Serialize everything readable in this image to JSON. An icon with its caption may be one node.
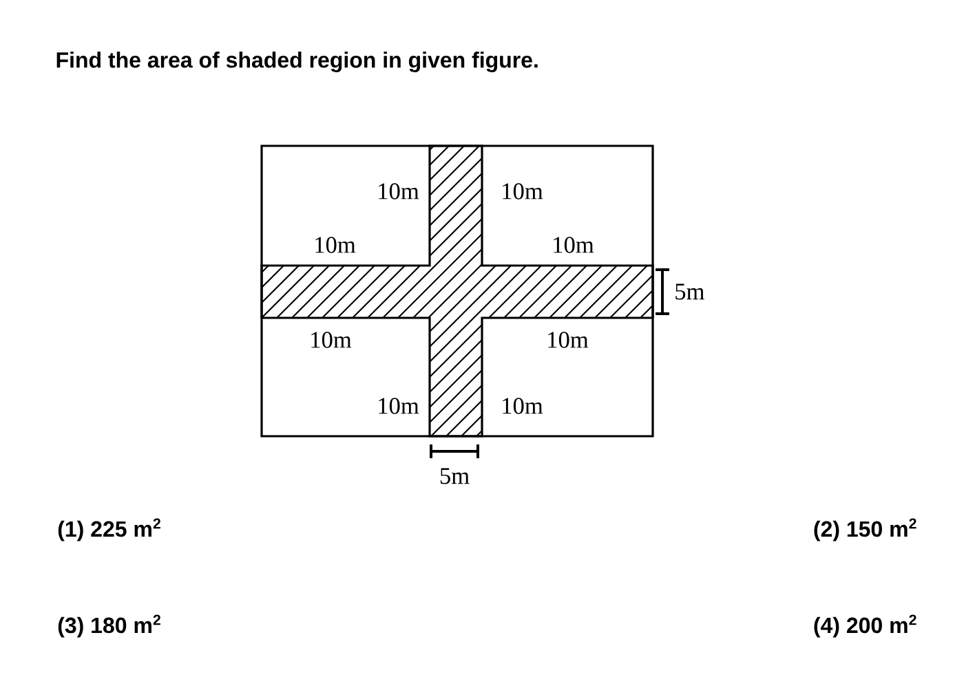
{
  "diagram": {
    "title": "Find the area of shaded region in given figure.",
    "labels": [
      "10m",
      "10m",
      "10m",
      "10m",
      "5m",
      "10m",
      "10m",
      "10m",
      "10m",
      "5m",
      "(1) 225 m$^{2}$",
      "(2) 150 m$^{2}$",
      "(3) 180 m$^{2}$",
      "(4) 200 m$^{2}$"
    ]
  }
}
